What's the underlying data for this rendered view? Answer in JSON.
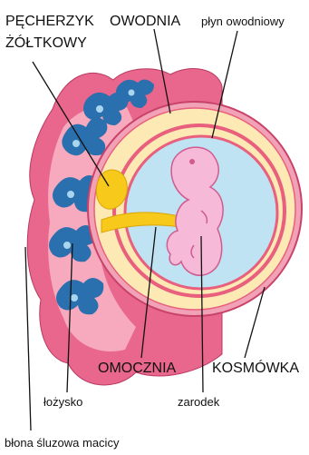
{
  "labels": {
    "yolk_sac_line1": "PĘCHERZYK",
    "yolk_sac_line2": "ŻÓŁTKOWY",
    "amnion": "OWODNIA",
    "amniotic_fluid": "płyn owodniowy",
    "allantois": "OMOCZNIA",
    "chorion": "KOSMÓWKA",
    "placenta": "łożysko",
    "embryo": "zarodek",
    "uterine_lining": "błona śluzowa macicy"
  },
  "colors": {
    "uterine_tissue": "#e9668c",
    "placenta_pink": "#f7a9be",
    "villi_blue": "#2a6fae",
    "villi_light": "#a9d6ef",
    "chorion_ring": "#e8607d",
    "amnion_cream": "#fde9b4",
    "amniotic_fluid": "#bfe3f3",
    "yolk": "#f7c91a",
    "embryo": "#f7b9d8",
    "embryo_outline": "#d05b8e"
  }
}
